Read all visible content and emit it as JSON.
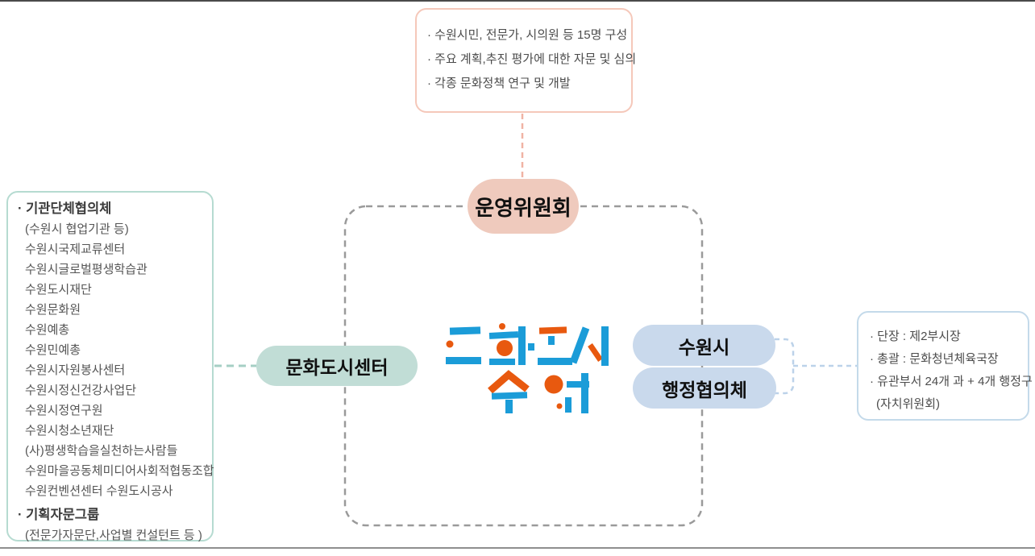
{
  "advisory_box": {
    "lines": [
      "· 수원시민, 전문가, 시의원 등 15명 구성",
      "· 주요 계획,추진 평가에 대한 자문 및 심의",
      "· 각종 문화정책 연구 및 개발"
    ]
  },
  "operating_committee": {
    "label": "운영위원회"
  },
  "center_pill": {
    "label": "문화도시센터"
  },
  "city_pill": {
    "label": "수원시"
  },
  "admin_council_pill": {
    "label": "행정협의체"
  },
  "logo": {
    "line1": "문화도시",
    "line2": "수원"
  },
  "left_box": {
    "group1_title": "· 기관단체협의체",
    "group1_items": [
      "(수원시 협업기관 등)",
      "수원시국제교류센터",
      "수원시글로벌평생학습관",
      "수원도시재단",
      "수원문화원",
      "수원예총",
      "수원민예총",
      "수원시자원봉사센터",
      "수원시정신건강사업단",
      "수원시정연구원",
      "수원시청소년재단",
      "(사)평생학습을실천하는사람들",
      "수원마을공동체미디어사회적협동조합",
      "수원컨벤션센터 수원도시공사"
    ],
    "group2_title": "· 기획자문그룹",
    "group2_items": [
      "(전문가자문단,사업별 컨설턴트 등 )"
    ]
  },
  "right_box": {
    "lines": [
      "· 단장 : 제2부시장",
      "· 총괄 : 문화청년체육국장",
      "· 유관부서 24개 과 + 4개 행정구",
      "(자치위원회)"
    ]
  },
  "colors": {
    "logo_blue": "#1b9cd8",
    "logo_orange": "#e8590f",
    "pink_fill": "#efcabd",
    "pink_border": "#f5c8ba",
    "pink_dash": "#f0b3a4",
    "teal_fill": "#c1ddd6",
    "teal_border": "#b6dbd1",
    "teal_dash": "#a5cfc4",
    "blue_fill": "#c9d9ec",
    "blue_border": "#c4daea",
    "blue_dash": "#bcd2e9",
    "gray_dash": "#9a9a9a"
  }
}
